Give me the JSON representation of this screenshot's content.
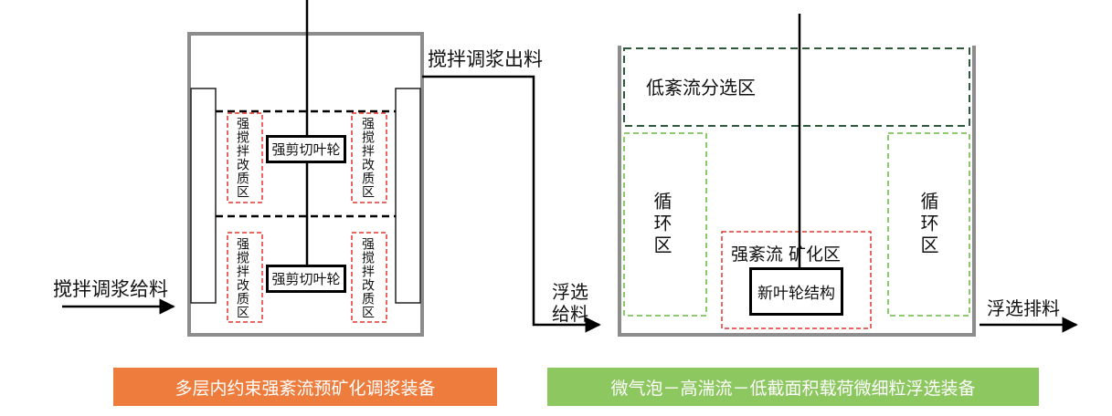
{
  "left_device": {
    "impeller_top": "强剪切叶轮",
    "impeller_bottom": "强剪切叶轮",
    "zone_label": "强搅拌改质区",
    "feed_in": "搅拌调浆给料",
    "feed_out": "搅拌调浆出料",
    "caption": "多层内约束强紊流预矿化调浆装备"
  },
  "right_device": {
    "top_zone": "低紊流分选区",
    "circulation_zone": "循环区",
    "center_zone": "强紊流 矿化区",
    "impeller": "新叶轮结构",
    "feed_in_line1": "浮选",
    "feed_in_line2": "给料",
    "discharge": "浮选排料",
    "caption": "微气泡－高湍流－低截面积载荷微细粒浮选装备"
  },
  "colors": {
    "left_caption_bg": "#ee7d3d",
    "right_caption_bg": "#8cc760",
    "red_dash": "#e0352b",
    "green_dash": "#7dc45b",
    "dark_green_dash": "#2e5a3b",
    "vessel_gray": "#8c8c8c"
  }
}
